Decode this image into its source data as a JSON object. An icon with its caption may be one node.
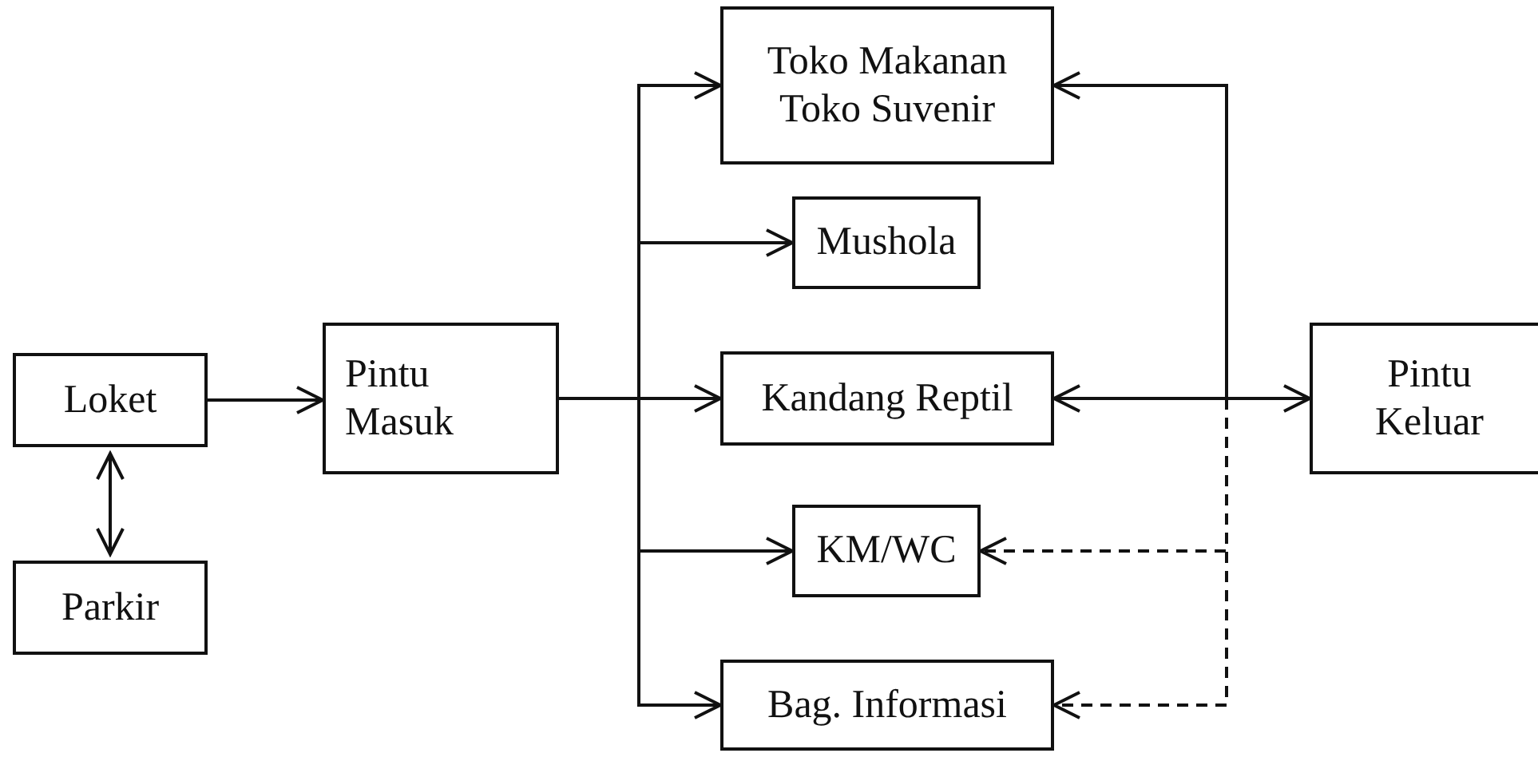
{
  "diagram": {
    "nodes": [
      {
        "text": [
          "Loket"
        ]
      },
      {
        "text": [
          "Parkir"
        ]
      },
      {
        "text": [
          "Pintu Masuk"
        ]
      },
      {
        "text": [
          "Toko Makanan Toko Suvenir"
        ]
      },
      {
        "text": [
          "Mushola"
        ]
      },
      {
        "text": [
          "Kandang Reptil"
        ]
      },
      {
        "text": [
          "KM/WC"
        ]
      },
      {
        "text": [
          "Bag. Informasi"
        ]
      },
      {
        "text": [
          "Pintu Keluar"
        ]
      }
    ],
    "edges": [
      {
        "from": 0,
        "to": 2,
        "arrow": "to"
      },
      {
        "from": 0,
        "to": 1,
        "arrow": "both"
      },
      {
        "from": 2,
        "to": 3,
        "arrow": "to"
      },
      {
        "from": 2,
        "to": 4,
        "arrow": "to"
      },
      {
        "from": 2,
        "to": 5,
        "arrow": "to"
      },
      {
        "from": 2,
        "to": 6,
        "arrow": "to"
      },
      {
        "from": 2,
        "to": 7,
        "arrow": "to"
      },
      {
        "from": 5,
        "to": 8,
        "arrow": "both"
      },
      {
        "from": 8,
        "to": 3,
        "arrow": "to"
      },
      {
        "from": 8,
        "to": 6,
        "arrow": "to",
        "style": "dashed"
      },
      {
        "from": 8,
        "to": 7,
        "arrow": "to",
        "style": "dashed"
      }
    ]
  }
}
